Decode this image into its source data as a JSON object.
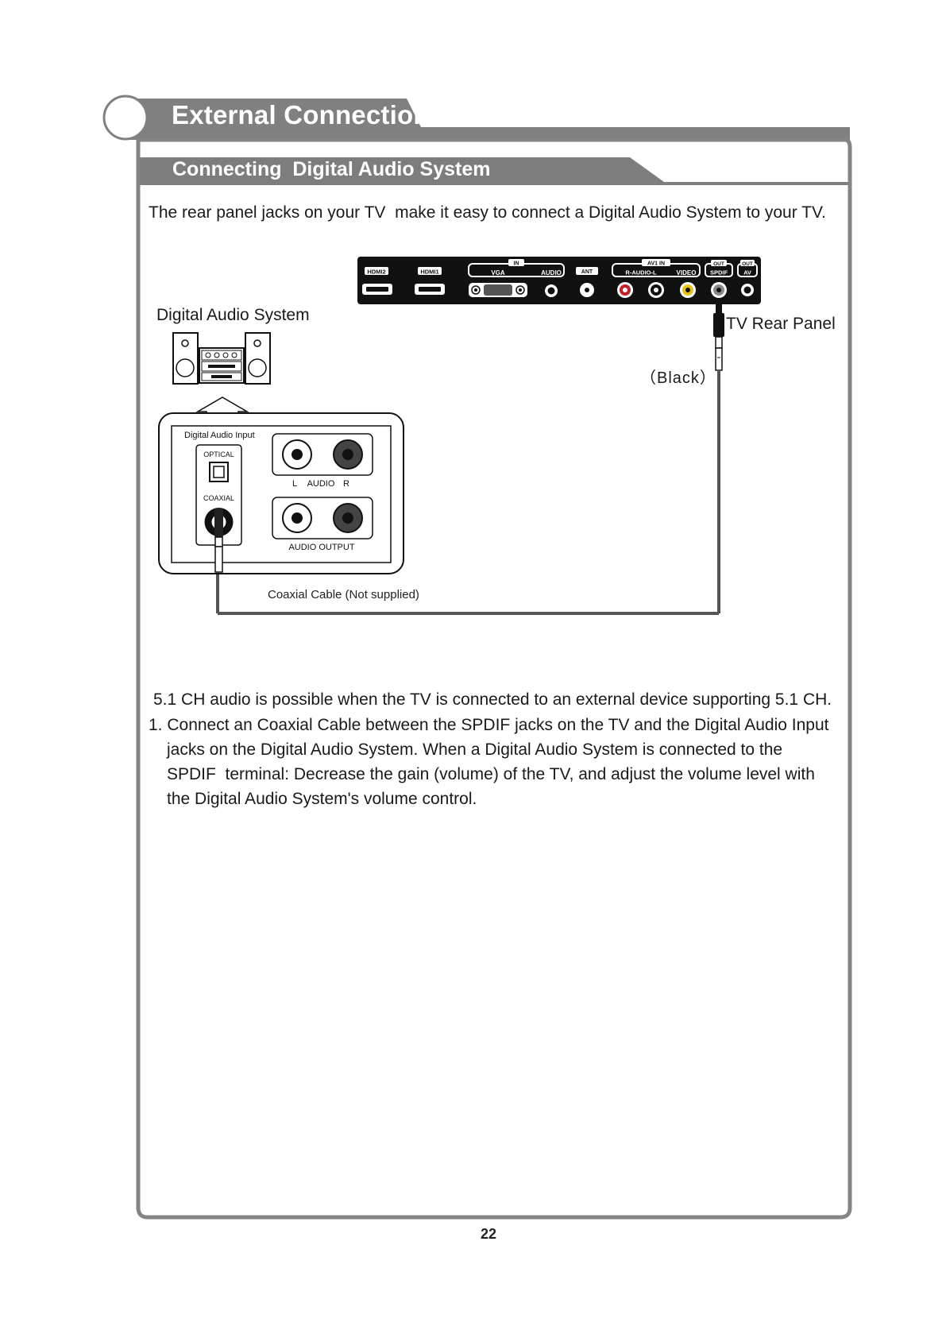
{
  "header": {
    "section_title": "External Connection",
    "subsection_title": "Connecting  Digital Audio System"
  },
  "intro": "The rear panel jacks on your TV  make it easy to connect a Digital Audio System to your TV.",
  "diagram": {
    "digital_audio_system_label": "Digital Audio System",
    "tv_rear_panel_label": "TV Rear Panel",
    "cable_color_label": "（Black）",
    "cable_label": "Coaxial Cable (Not supplied)",
    "panel_labels": {
      "hdmi2": "HDMI2",
      "hdmi1": "HDMI1",
      "in": "IN",
      "vga": "VGA",
      "audio": "AUDIO",
      "ant": "ANT",
      "av1_in": "AV1 IN",
      "r_audio_l": "R-AUDIO-L",
      "video": "VIDEO",
      "out_spdif": "OUT",
      "spdif": "SPDIF",
      "out_av": "OUT",
      "av": "AV"
    },
    "receiver_labels": {
      "digital_audio_input": "Digital Audio Input",
      "optical": "OPTICAL",
      "coaxial": "COAXIAL",
      "l": "L",
      "audio": "AUDIO",
      "r": "R",
      "audio_output": "AUDIO OUTPUT"
    }
  },
  "notes": {
    "note_51": "5.1 CH audio is possible when the TV is connected to an external device supporting 5.1 CH.",
    "step1_line1": "1. Connect an Coaxial Cable between the SPDIF jacks on the TV and the Digital Audio Input",
    "step1_line2": "jacks on the Digital Audio System. When a Digital Audio System is connected to the",
    "step1_line3": "SPDIF  terminal: Decrease the gain (volume) of the TV, and adjust the volume level with",
    "step1_line4": "the Digital Audio System's volume control."
  },
  "page_number": "22",
  "colors": {
    "frame_gray": "#858585",
    "banner_gray": "#7d7d7d",
    "panel_black": "#111111",
    "jack_red": "#c0202a",
    "jack_yellow": "#e7c21a"
  }
}
